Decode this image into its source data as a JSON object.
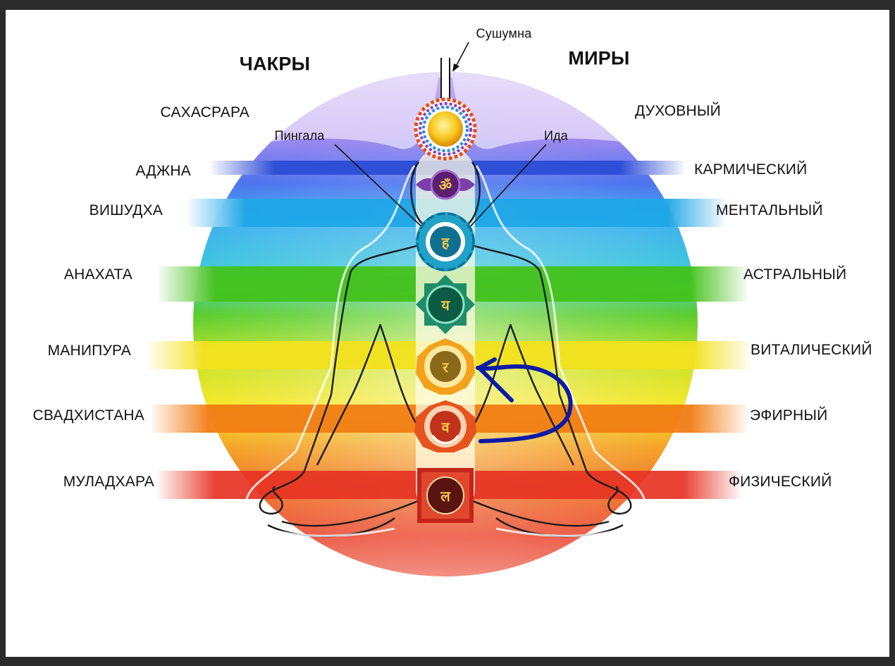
{
  "headers": {
    "chakras": "ЧАКРЫ",
    "worlds": "МИРЫ"
  },
  "channels": {
    "sushumna": "Сушумна",
    "pingala": "Пингала",
    "ida": "Ида"
  },
  "levels": [
    {
      "chakra": "САХАСРАРА",
      "world": "ДУХОВНЫЙ",
      "color": "#8d66e6"
    },
    {
      "chakra": "АДЖНА",
      "world": "КАРМИЧЕСКИЙ",
      "color": "#2f4fd6"
    },
    {
      "chakra": "ВИШУДХА",
      "world": "МЕНТАЛЬНЫЙ",
      "color": "#1fa6e6"
    },
    {
      "chakra": "АНАХАТА",
      "world": "АСТРАЛЬНЫЙ",
      "color": "#43c21a"
    },
    {
      "chakra": "МАНИПУРА",
      "world": "ВИТАЛИЧЕСКИЙ",
      "color": "#f2e21d"
    },
    {
      "chakra": "СВАДХИСТАНА",
      "world": "ЭФИРНЫЙ",
      "color": "#f07d14"
    },
    {
      "chakra": "МУЛАДХАРА",
      "world": "ФИЗИЧЕСКИЙ",
      "color": "#e63323"
    }
  ],
  "chakra_symbols": [
    "ॐ",
    "ह",
    "य",
    "र",
    "व",
    "ल"
  ],
  "arrow_color": "#0a1aa8"
}
